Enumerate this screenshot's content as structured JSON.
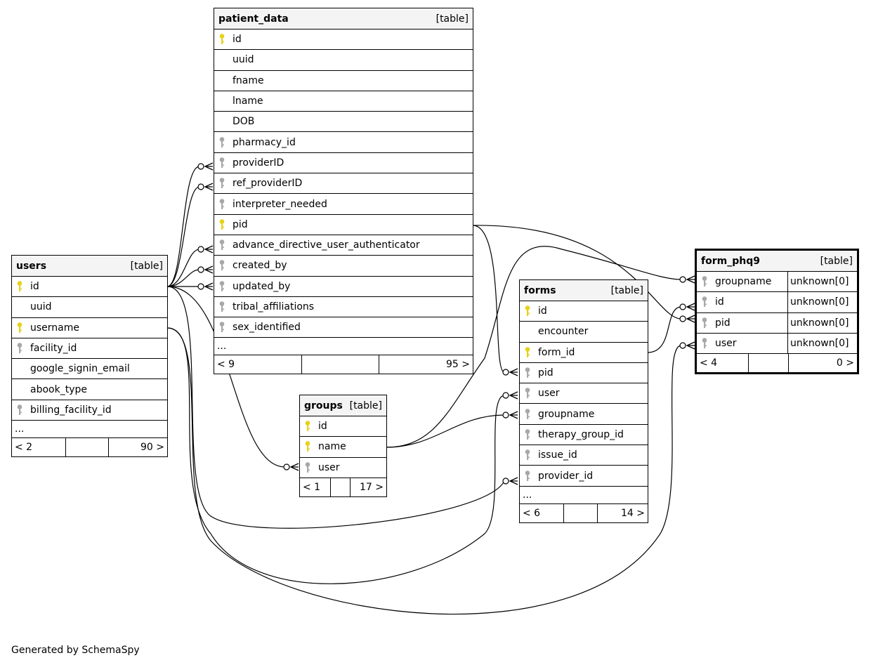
{
  "colors": {
    "primary_key": "#e6d21a",
    "foreign_key": "#a8a8a8",
    "header_bg": "#f4f4f4"
  },
  "footer": {
    "credit": "Generated by SchemaSpy"
  },
  "tables": {
    "patient_data": {
      "name": "patient_data",
      "type": "[table]",
      "columns": [
        {
          "name": "id",
          "key": "pk"
        },
        {
          "name": "uuid",
          "key": ""
        },
        {
          "name": "fname",
          "key": ""
        },
        {
          "name": "lname",
          "key": ""
        },
        {
          "name": "DOB",
          "key": ""
        },
        {
          "name": "pharmacy_id",
          "key": "fk"
        },
        {
          "name": "providerID",
          "key": "fk"
        },
        {
          "name": "ref_providerID",
          "key": "fk"
        },
        {
          "name": "interpreter_needed",
          "key": "fk"
        },
        {
          "name": "pid",
          "key": "pk"
        },
        {
          "name": "advance_directive_user_authenticator",
          "key": "fk"
        },
        {
          "name": "created_by",
          "key": "fk"
        },
        {
          "name": "updated_by",
          "key": "fk"
        },
        {
          "name": "tribal_affiliations",
          "key": "fk"
        },
        {
          "name": "sex_identified",
          "key": "fk"
        }
      ],
      "more": "...",
      "parents": "< 9",
      "children": "95 >"
    },
    "users": {
      "name": "users",
      "type": "[table]",
      "columns": [
        {
          "name": "id",
          "key": "pk"
        },
        {
          "name": "uuid",
          "key": ""
        },
        {
          "name": "username",
          "key": "pk"
        },
        {
          "name": "facility_id",
          "key": "fk"
        },
        {
          "name": "google_signin_email",
          "key": ""
        },
        {
          "name": "abook_type",
          "key": ""
        },
        {
          "name": "billing_facility_id",
          "key": "fk"
        }
      ],
      "more": "...",
      "parents": "< 2",
      "children": "90 >"
    },
    "groups": {
      "name": "groups",
      "type": "[table]",
      "columns": [
        {
          "name": "id",
          "key": "pk"
        },
        {
          "name": "name",
          "key": "pk"
        },
        {
          "name": "user",
          "key": "fk"
        }
      ],
      "parents": "< 1",
      "children": "17 >"
    },
    "forms": {
      "name": "forms",
      "type": "[table]",
      "columns": [
        {
          "name": "id",
          "key": "pk"
        },
        {
          "name": "encounter",
          "key": ""
        },
        {
          "name": "form_id",
          "key": "pk"
        },
        {
          "name": "pid",
          "key": "fk"
        },
        {
          "name": "user",
          "key": "fk"
        },
        {
          "name": "groupname",
          "key": "fk"
        },
        {
          "name": "therapy_group_id",
          "key": "fk"
        },
        {
          "name": "issue_id",
          "key": "fk"
        },
        {
          "name": "provider_id",
          "key": "fk"
        }
      ],
      "more": "...",
      "parents": "< 6",
      "children": "14 >"
    },
    "form_phq9": {
      "name": "form_phq9",
      "type": "[table]",
      "columns": [
        {
          "name": "groupname",
          "key": "fk",
          "type": "unknown[0]"
        },
        {
          "name": "id",
          "key": "fk",
          "type": "unknown[0]"
        },
        {
          "name": "pid",
          "key": "fk",
          "type": "unknown[0]"
        },
        {
          "name": "user",
          "key": "fk",
          "type": "unknown[0]"
        }
      ],
      "parents": "< 4",
      "children": "0 >"
    }
  }
}
